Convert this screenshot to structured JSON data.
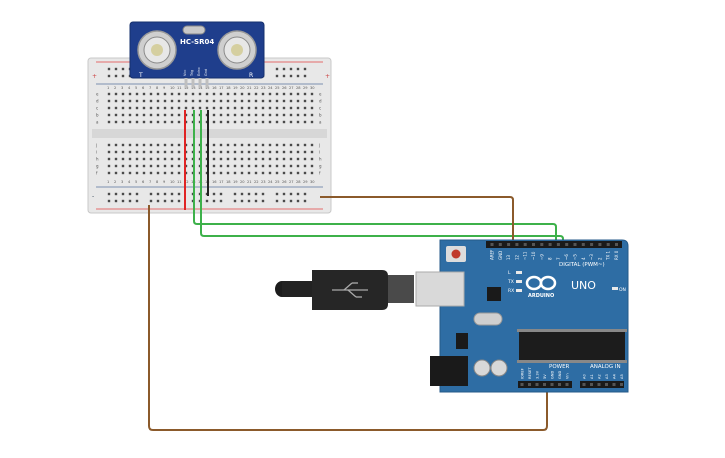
{
  "sensor": {
    "model": "HC-SR04",
    "left_mark": "T",
    "right_mark": "R",
    "pins": [
      "Vcc",
      "Trig",
      "Echo",
      "Gnd"
    ]
  },
  "breadboard": {
    "columns": [
      "1",
      "2",
      "3",
      "4",
      "5",
      "6",
      "7",
      "8",
      "9",
      "10",
      "11",
      "12",
      "13",
      "14",
      "15",
      "16",
      "17",
      "18",
      "19",
      "20",
      "21",
      "22",
      "23",
      "24",
      "25",
      "26",
      "27",
      "28",
      "29",
      "30"
    ],
    "rows_top": [
      "a",
      "b",
      "c",
      "d",
      "e"
    ],
    "rows_bottom": [
      "f",
      "g",
      "h",
      "i",
      "j"
    ],
    "rail_plus": "+",
    "rail_minus": "-"
  },
  "arduino": {
    "logo": "ARDUINO",
    "model": "UNO",
    "digital_header_label": "DIGITAL (PWM~)",
    "digital_pins": [
      "AREF",
      "GND",
      "13",
      "12",
      "~11",
      "~10",
      "~9",
      "8",
      "7",
      "~6",
      "~5",
      "4",
      "~3",
      "2",
      "TX 1",
      "RX 0"
    ],
    "power_label": "POWER",
    "analog_label": "ANALOG IN",
    "power_pins": [
      "IOREF",
      "RESET",
      "3.3V",
      "5V",
      "GND",
      "GND",
      "Vin"
    ],
    "analog_pins": [
      "A0",
      "A1",
      "A2",
      "A3",
      "A4",
      "A5"
    ],
    "led_labels": [
      "L",
      "TX",
      "RX"
    ],
    "on_label": "ON"
  },
  "wire_colors": {
    "red": "#e02424",
    "black": "#222222",
    "green": "#3db14a",
    "brown": "#8b5a2b"
  },
  "board_color": "#2e6da4"
}
